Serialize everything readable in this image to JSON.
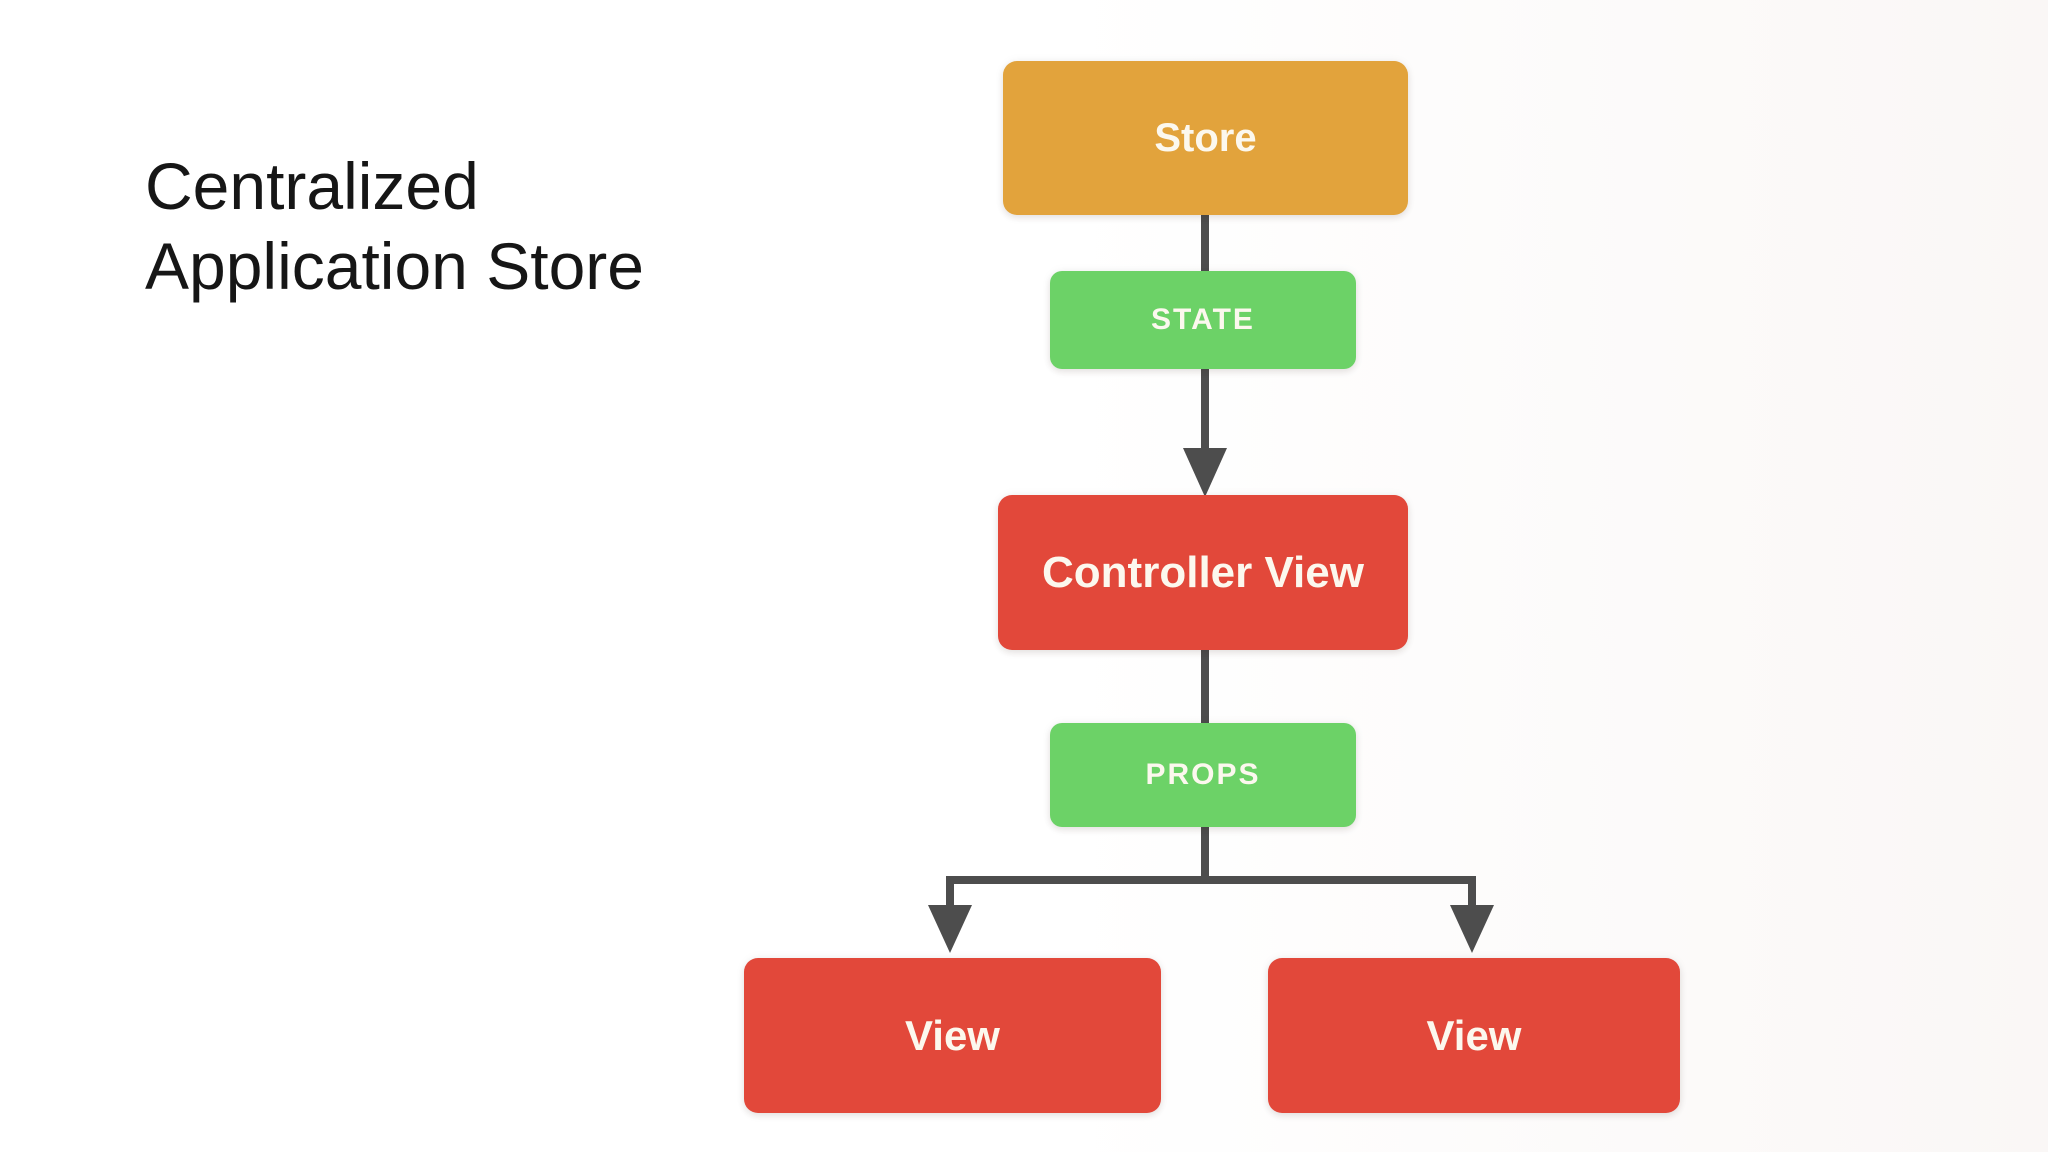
{
  "theme": {
    "background": "#ffffff",
    "background_tint": "#faf7f6",
    "title_text": "#161616",
    "node_text": "#fcf8ee",
    "connector": "#4d4d4d"
  },
  "title": {
    "lines": [
      "Centralized",
      "Application Store"
    ]
  },
  "diagram": {
    "type": "flowchart",
    "nodes": [
      {
        "id": "store",
        "label": "Store",
        "color": "#e2a33c",
        "role": "data-store"
      },
      {
        "id": "state",
        "label": "STATE",
        "color": "#6cd267",
        "role": "edge-label"
      },
      {
        "id": "controller-view",
        "label": "Controller View",
        "color": "#e2483a",
        "role": "component"
      },
      {
        "id": "props",
        "label": "PROPS",
        "color": "#6cd267",
        "role": "edge-label"
      },
      {
        "id": "view-left",
        "label": "View",
        "color": "#e2483a",
        "role": "component"
      },
      {
        "id": "view-right",
        "label": "View",
        "color": "#e2483a",
        "role": "component"
      }
    ],
    "edges": [
      {
        "from": "store",
        "to": "controller-view",
        "via": "state",
        "direction": "down"
      },
      {
        "from": "controller-view",
        "to": "view-left",
        "via": "props",
        "direction": "down"
      },
      {
        "from": "controller-view",
        "to": "view-right",
        "via": "props",
        "direction": "down"
      }
    ]
  }
}
